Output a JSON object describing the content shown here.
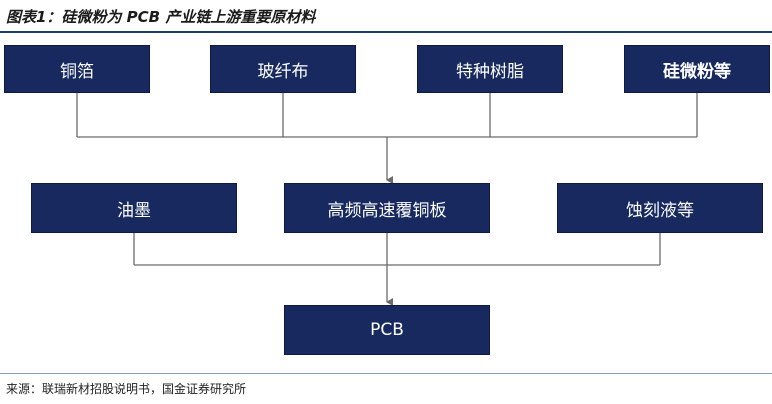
{
  "title": "图表1：硅微粉为 PCB 产业链上游重要原材料",
  "row1": [
    "铜箔",
    "玻纤布",
    "特种树脂",
    "硅微粉等"
  ],
  "row2": [
    "油墨",
    "高频高速覆铜板",
    "蚀刻液等"
  ],
  "final": "PCB",
  "source": "来源：联瑞新材招股说明书，国金证券研究所",
  "colors": {
    "box": "#17295e",
    "line": "#6b6b6b"
  }
}
